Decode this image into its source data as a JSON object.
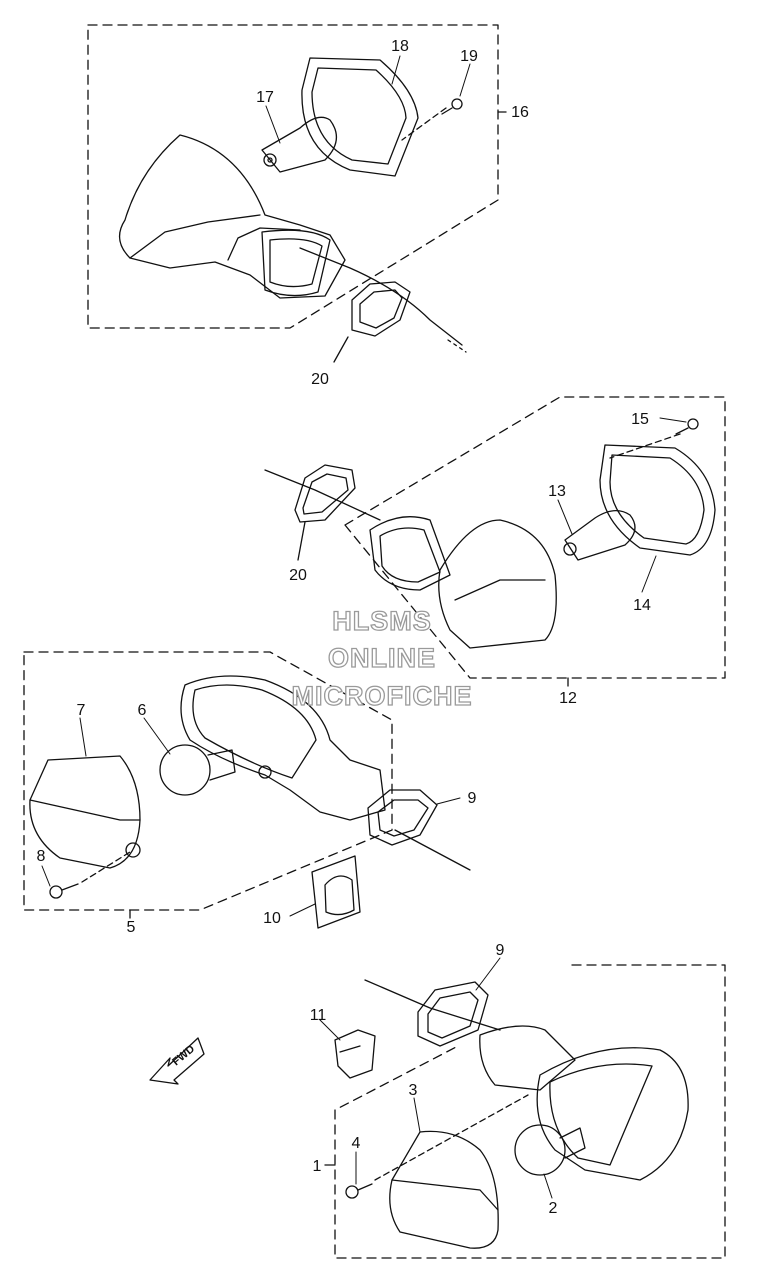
{
  "callouts": {
    "c1": "1",
    "c2": "2",
    "c3": "3",
    "c4": "4",
    "c5": "5",
    "c6": "6",
    "c7": "7",
    "c8": "8",
    "c9a": "9",
    "c9b": "9",
    "c10": "10",
    "c11": "11",
    "c12": "12",
    "c13": "13",
    "c14": "14",
    "c15": "15",
    "c16": "16",
    "c17": "17",
    "c18": "18",
    "c19": "19",
    "c20a": "20",
    "c20b": "20"
  },
  "watermark": {
    "line1": "HLSMS",
    "line2": "ONLINE",
    "line3": "MICROFICHE"
  },
  "fwd_label": "FWD",
  "colors": {
    "ink": "#111111",
    "watermark_outline": "#9a9a9a",
    "background": "#ffffff"
  }
}
